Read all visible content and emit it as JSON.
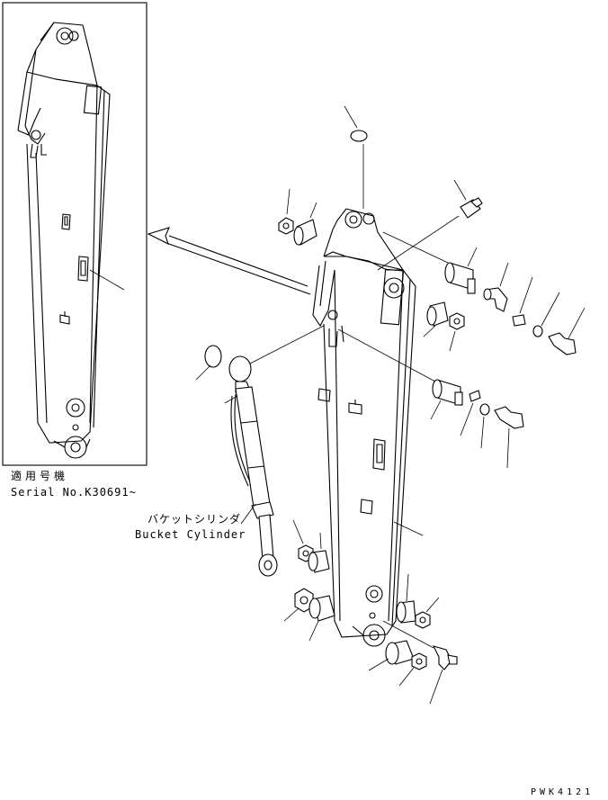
{
  "inset": {
    "applicability_label": "適用号機",
    "serial_label": "Serial No.K30691~"
  },
  "bucket_cylinder": {
    "label_jp": "バケットシリンダ",
    "label_en": "Bucket Cylinder"
  },
  "drawing_code": "PWK4121"
}
